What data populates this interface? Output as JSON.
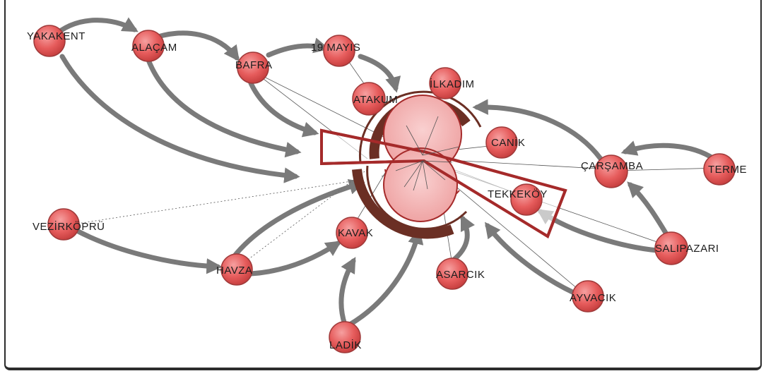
{
  "diagram": {
    "colors": {
      "node_fill": "#e65c5c",
      "node_stroke": "#a03a3a",
      "arrow": "#6f6f6f",
      "ring": "#6b2f24",
      "outline": "#a52a2a",
      "center_fill": "#f4b4b4"
    },
    "nodes": {
      "yakakent": "YAKAKENT",
      "alacam": "ALAÇAM",
      "bafra": "BAFRA",
      "mayis19": "19 MAYIS",
      "ilkadim": "İLKADIM",
      "atakum": "ATAKUM",
      "canik": "CANİK",
      "carsamba": "ÇARŞAMBA",
      "terme": "TERME",
      "tekkekoy": "TEKKEKÖY",
      "salipazari": "SALIPAZARI",
      "ayvacik": "AYVACIK",
      "asarcik": "ASARCIK",
      "kavak": "KAVAK",
      "vezirkopru": "VEZİRKÖPRÜ",
      "havza": "HAVZA",
      "ladik": "LADİK"
    }
  }
}
